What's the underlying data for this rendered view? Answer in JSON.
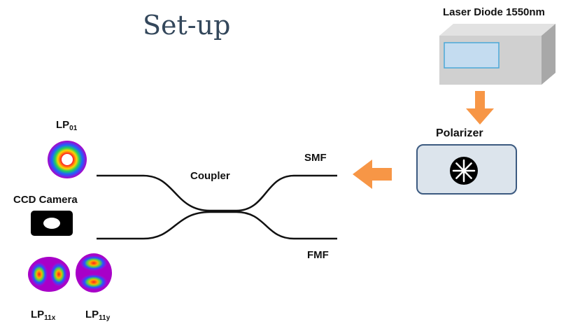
{
  "slide": {
    "title": "Set-up"
  },
  "labels": {
    "laser": "Laser Diode 1550nm",
    "polarizer": "Polarizer",
    "smf": "SMF",
    "fmf": "FMF",
    "coupler": "Coupler",
    "camera": "CCD Camera",
    "lp01_base": "LP",
    "lp01_sub": "01",
    "lp11x_base": "LP",
    "lp11x_sub": "11x",
    "lp11y_base": "LP",
    "lp11y_sub": "11y"
  },
  "colors": {
    "title": "#33475b",
    "arrow": "#f79646",
    "box_face": "#d0d0d0",
    "box_top": "#e2e2e2",
    "box_side": "#a8a8a8",
    "window_fill": "#c4dcf0",
    "window_border": "#4aa8d8",
    "polarizer_fill": "#dce4ec",
    "polarizer_border": "#3c5a80"
  },
  "icons": {
    "polarizer": "asterisk-polarizer-icon",
    "camera": "camera-lens-icon",
    "arrows": "arrow-down-icon, arrow-left-icon"
  }
}
